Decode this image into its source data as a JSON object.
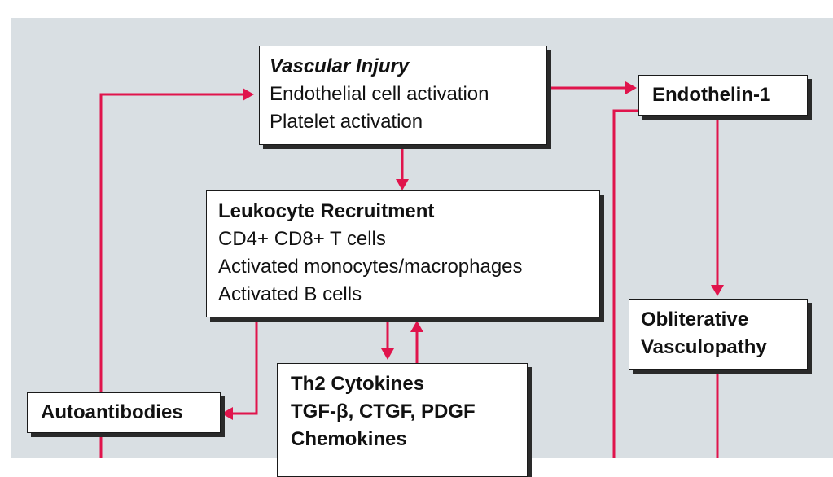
{
  "colors": {
    "background_panel": "#d9dfe3",
    "arrow": "#e0144c",
    "box_border": "#1a1a1a",
    "box_fill": "#ffffff",
    "shadow": "#2a2a2a"
  },
  "nodes": {
    "vascular_injury": {
      "title": "Vascular Injury",
      "lines": [
        "Endothelial cell activation",
        "Platelet activation"
      ]
    },
    "endothelin": {
      "title": "Endothelin-1"
    },
    "leukocyte_recruitment": {
      "title": "Leukocyte Recruitment",
      "lines": [
        "CD4+ CD8+ T cells",
        "Activated monocytes/macrophages",
        "Activated B cells"
      ]
    },
    "obliterative_vasculopathy": {
      "title_lines": [
        "Obliterative",
        "Vasculopathy"
      ]
    },
    "th2_cytokines": {
      "title_lines": [
        "Th2 Cytokines",
        "TGF-β, CTGF, PDGF",
        "Chemokines"
      ]
    },
    "autoantibodies": {
      "title": "Autoantibodies"
    }
  },
  "edges": [
    {
      "from": "autoantibodies",
      "to": "vascular_injury"
    },
    {
      "from": "vascular_injury",
      "to": "endothelin"
    },
    {
      "from": "vascular_injury",
      "to": "leukocyte_recruitment"
    },
    {
      "from": "leukocyte_recruitment",
      "to": "autoantibodies"
    },
    {
      "from": "leukocyte_recruitment",
      "to": "th2_cytokines"
    },
    {
      "from": "th2_cytokines",
      "to": "leukocyte_recruitment"
    },
    {
      "from": "endothelin",
      "to": "obliterative_vasculopathy"
    }
  ]
}
